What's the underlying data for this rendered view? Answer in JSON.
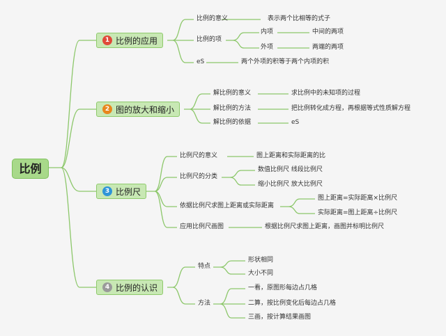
{
  "root": "比例",
  "branches": [
    {
      "num": "1",
      "color": "#e04a3a",
      "label": "比例的应用",
      "children": [
        {
          "label": "比例的意义",
          "desc": "表示两个比相等的式子"
        },
        {
          "label": "比例的项",
          "sub": [
            {
              "label": "内项",
              "desc": "中间的两项"
            },
            {
              "label": "外项",
              "desc": "两端的两项"
            }
          ]
        },
        {
          "label": "eS",
          "desc": "两个外项的积等于两个内项的积"
        }
      ]
    },
    {
      "num": "2",
      "color": "#e8861c",
      "label": "图的放大和缩小",
      "children": [
        {
          "label": "解比例的意义",
          "desc": "求比例中的未知项的过程"
        },
        {
          "label": "解比例的方法",
          "desc": "把比例转化成方程，再根据等式性质解方程"
        },
        {
          "label": "解比例的依据",
          "desc": "eS"
        }
      ]
    },
    {
      "num": "3",
      "color": "#2f95d8",
      "label": "比例尺",
      "children": [
        {
          "label": "比例尺的意义",
          "desc": "图上距离和实际距离的比"
        },
        {
          "label": "比例尺的分类",
          "sub": [
            {
              "label": "数值比例尺 线段比例尺"
            },
            {
              "label": "缩小比例尺 放大比例尺"
            }
          ]
        },
        {
          "label": "依据比例尺求图上距离或实际距离",
          "sub": [
            {
              "label": "图上距离=实际距离×比例尺"
            },
            {
              "label": "实际距离=图上距离÷比例尺"
            }
          ]
        },
        {
          "label": "应用比例尺画图",
          "desc": "根据比例尺求图上距离，画图并标明比例尺"
        }
      ]
    },
    {
      "num": "4",
      "color": "#9a9a9a",
      "label": "比例的认识",
      "children": [
        {
          "label": "特点",
          "sub": [
            {
              "label": "形状相同"
            },
            {
              "label": "大小不同"
            }
          ]
        },
        {
          "label": "方法",
          "sub": [
            {
              "label": "一看，原图形每边占几格"
            },
            {
              "label": "二算，按比例变化后每边占几格"
            },
            {
              "label": "三画，按计算结果画图"
            }
          ]
        }
      ]
    }
  ]
}
